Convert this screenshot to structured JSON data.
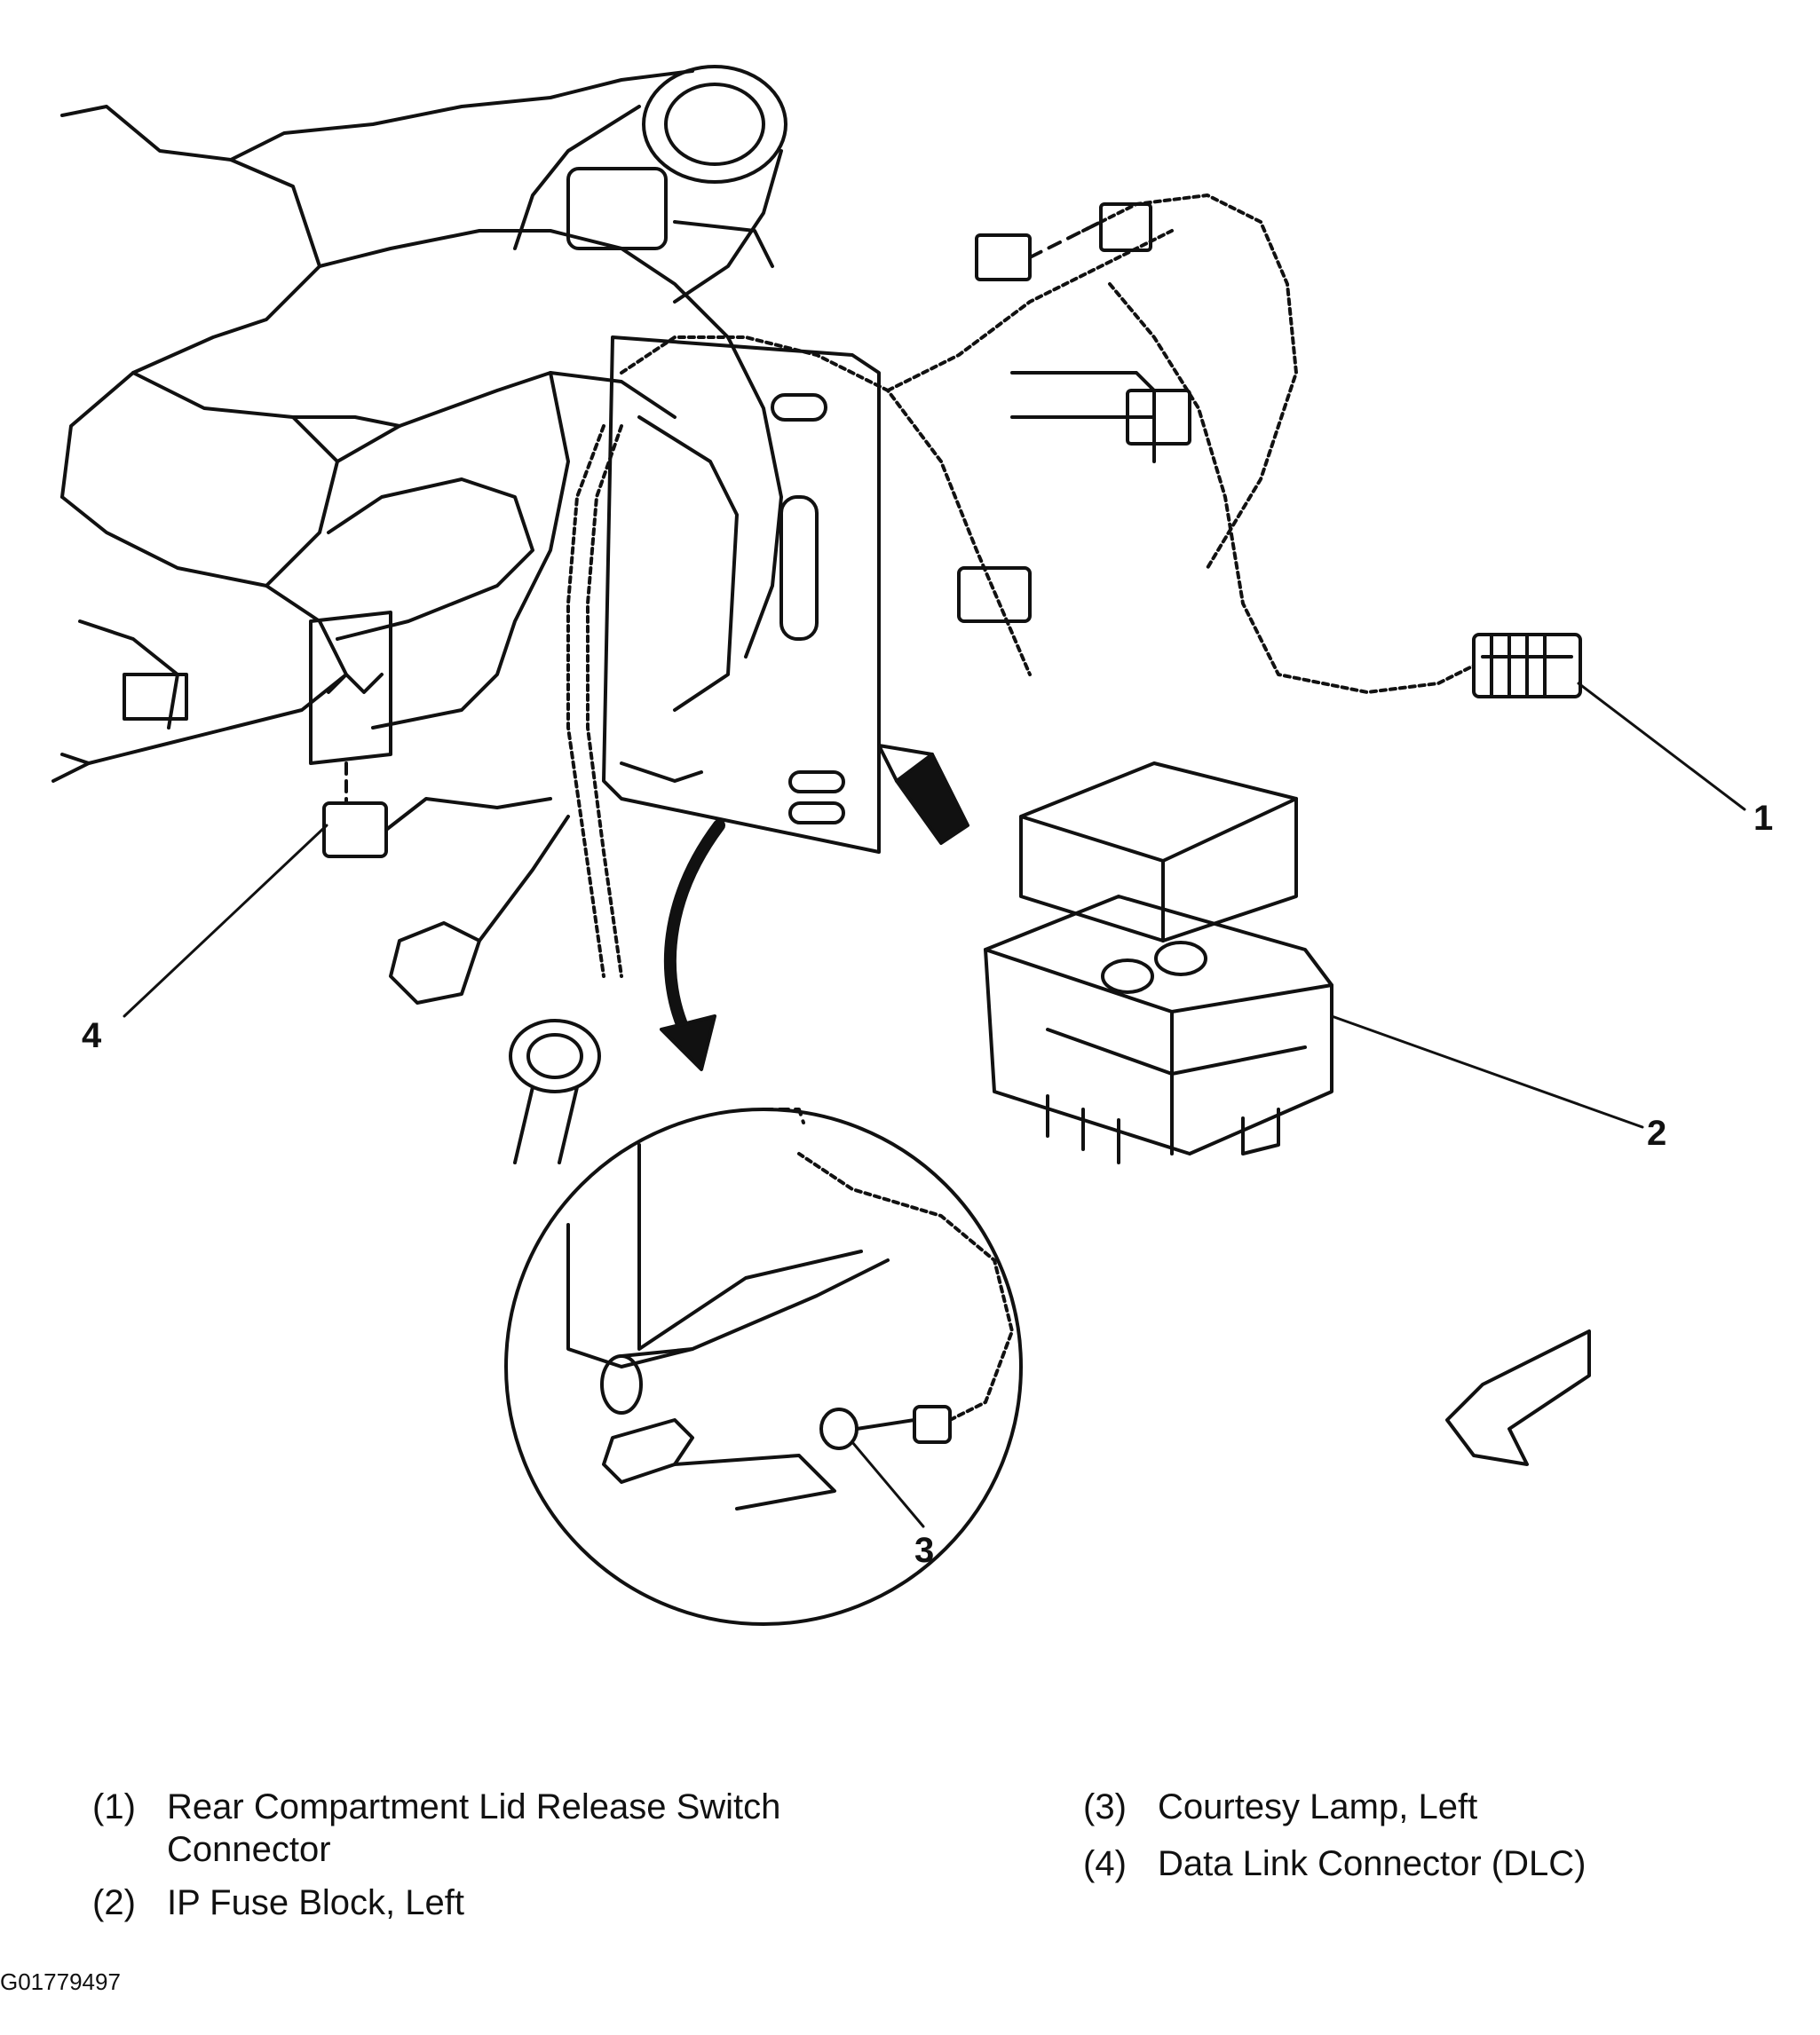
{
  "callouts": [
    "1",
    "2",
    "3",
    "4"
  ],
  "legend": [
    {
      "num": "(1)",
      "line1": "Rear Compartment Lid Release Switch",
      "line2": "Connector"
    },
    {
      "num": "(2)",
      "line1": "IP Fuse Block, Left"
    },
    {
      "num": "(3)",
      "line1": "Courtesy Lamp, Left"
    },
    {
      "num": "(4)",
      "line1": "Data Link Connector (DLC)"
    }
  ],
  "figure_id": "G01779497",
  "colors": {
    "ink": "#111111",
    "background": "#ffffff"
  }
}
